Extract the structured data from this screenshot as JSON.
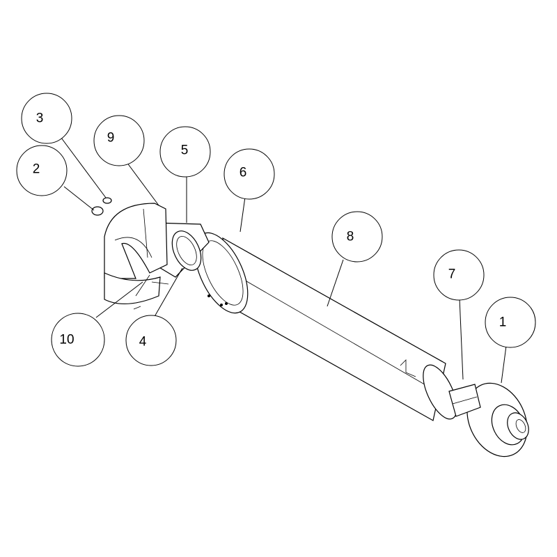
{
  "diagram": {
    "callouts": [
      {
        "label": "3"
      },
      {
        "label": "9"
      },
      {
        "label": "5"
      },
      {
        "label": "2"
      },
      {
        "label": "6"
      },
      {
        "label": "8"
      },
      {
        "label": "7"
      },
      {
        "label": "1"
      },
      {
        "label": "10"
      },
      {
        "label": "4"
      }
    ]
  }
}
